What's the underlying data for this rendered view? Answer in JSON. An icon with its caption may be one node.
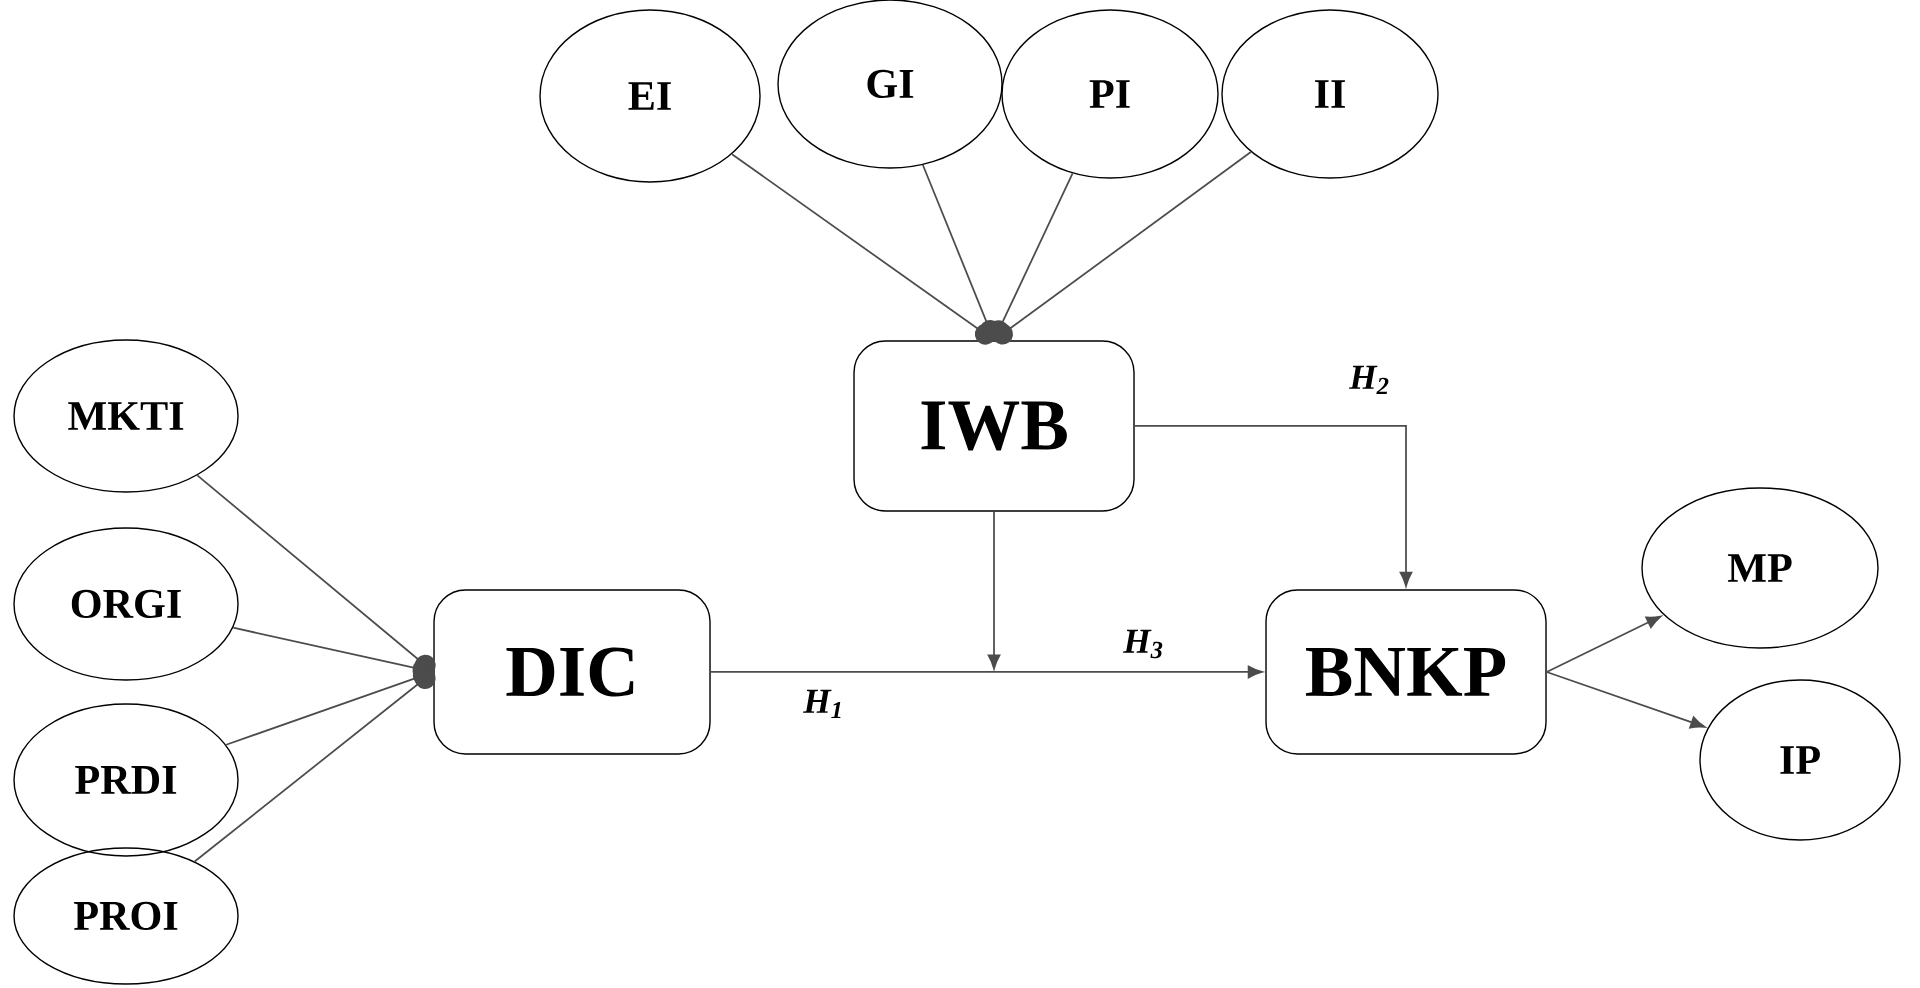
{
  "diagram": {
    "nodes": [
      {
        "text": [
          "EI"
        ]
      },
      {
        "text": [
          "GI"
        ]
      },
      {
        "text": [
          "PI"
        ]
      },
      {
        "text": [
          "II"
        ]
      },
      {
        "text": [
          "IWB"
        ]
      },
      {
        "text": [
          "MKTI"
        ]
      },
      {
        "text": [
          "ORGI"
        ]
      },
      {
        "text": [
          "PRDI"
        ]
      },
      {
        "text": [
          "PROI"
        ]
      },
      {
        "text": [
          "DIC"
        ]
      },
      {
        "text": [
          "BNKP"
        ]
      },
      {
        "text": [
          "MP"
        ]
      },
      {
        "text": [
          "IP"
        ]
      }
    ],
    "edges": [
      {
        "from": 0,
        "to": 4,
        "arrow": "other"
      },
      {
        "from": 1,
        "to": 4,
        "arrow": "other"
      },
      {
        "from": 2,
        "to": 4,
        "arrow": "other"
      },
      {
        "from": 3,
        "to": 4,
        "arrow": "other"
      },
      {
        "from": 5,
        "to": 9,
        "arrow": "other"
      },
      {
        "from": 6,
        "to": 9,
        "arrow": "other"
      },
      {
        "from": 7,
        "to": 9,
        "arrow": "other"
      },
      {
        "from": 8,
        "to": 9,
        "arrow": "other"
      },
      {
        "from": 9,
        "to": 10,
        "arrow": "to",
        "label": "H$_{1}$"
      },
      {
        "from": 4,
        "to": 10,
        "arrow": "to",
        "label": "H$_{2}$"
      },
      {
        "from": 4,
        "to": null,
        "arrow": "to"
      },
      {
        "from": 10,
        "to": 11,
        "arrow": "to"
      },
      {
        "from": 10,
        "to": 12,
        "arrow": "to"
      }
    ],
    "labels": [
      "H$_{3}$"
    ]
  }
}
